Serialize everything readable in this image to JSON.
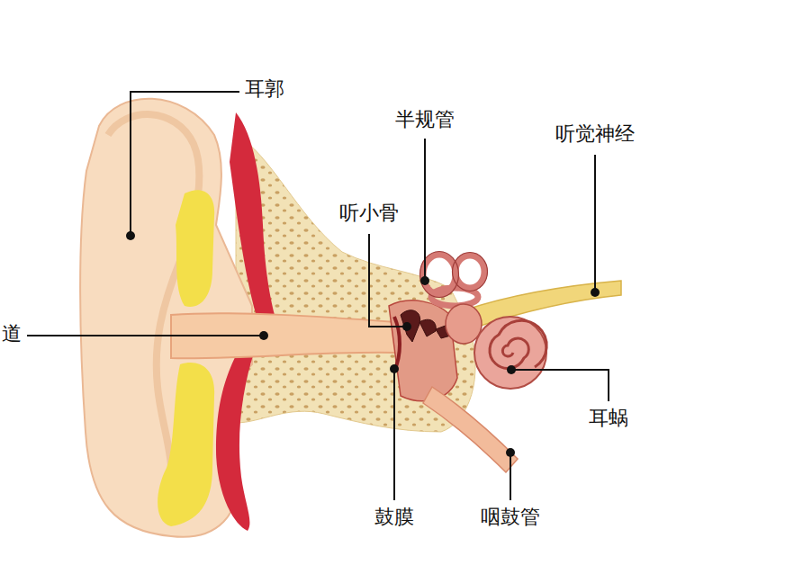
{
  "diagram": {
    "labels": [
      "耳郭",
      "半规管",
      "听觉神经",
      "听小骨",
      "道",
      "耳蜗",
      "鼓膜",
      "咽鼓管"
    ]
  }
}
